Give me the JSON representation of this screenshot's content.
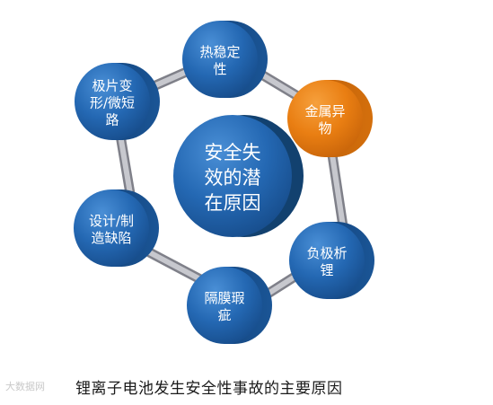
{
  "center": {
    "lines": [
      "安全失",
      "效的潜",
      "在原因"
    ]
  },
  "nodes": [
    {
      "id": "thermal-stability",
      "lines": [
        "热稳定",
        "性"
      ],
      "color": "#1f5fa8"
    },
    {
      "id": "metal-foreign-matter",
      "lines": [
        "金属异",
        "物"
      ],
      "color": "#e87a0c"
    },
    {
      "id": "anode-lithium-plating",
      "lines": [
        "负极析",
        "锂"
      ],
      "color": "#1f5fa8"
    },
    {
      "id": "separator-defect",
      "lines": [
        "隔膜瑕",
        "疵"
      ],
      "color": "#1f5fa8"
    },
    {
      "id": "design-manufacturing-defect",
      "lines": [
        "设计/制",
        "造缺陷"
      ],
      "color": "#1f5fa8"
    },
    {
      "id": "electrode-deformation",
      "lines": [
        "极片变",
        "形/微短",
        "路"
      ],
      "color": "#1f5fa8"
    }
  ],
  "caption": "锂离子电池发生安全性事故的主要原因",
  "watermark": "大数据网",
  "colors": {
    "blue": "#1f5fa8",
    "orange": "#e87a0c",
    "ring": "#a9aab2"
  }
}
